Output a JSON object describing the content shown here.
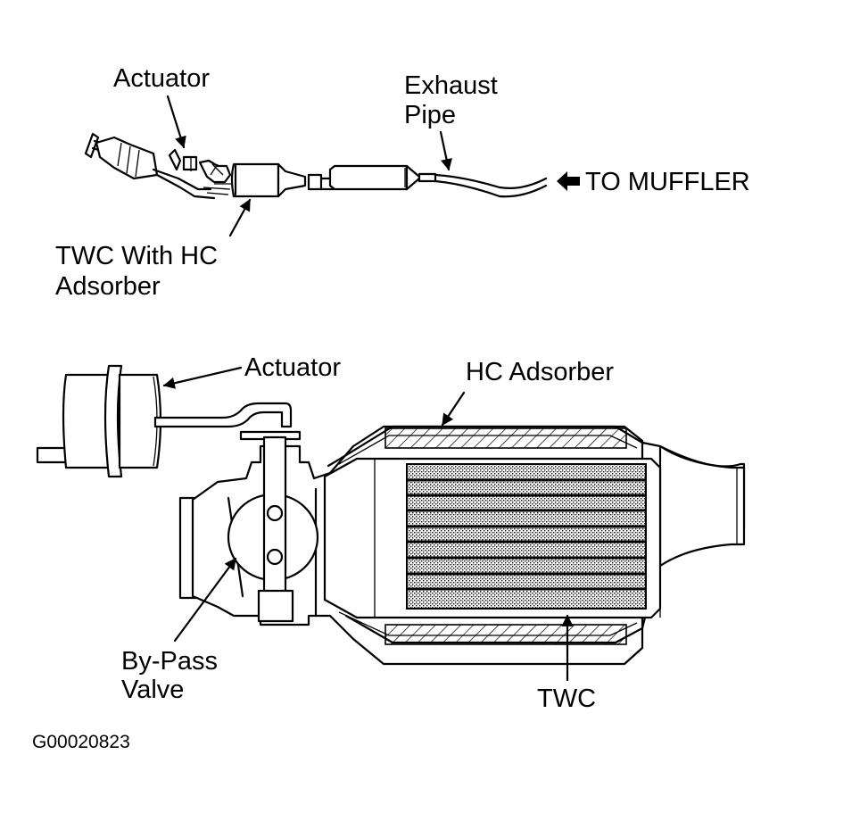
{
  "figure_id": "G00020823",
  "top_view": {
    "labels": {
      "actuator": "Actuator",
      "exhaust_pipe_line1": "Exhaust",
      "exhaust_pipe_line2": "Pipe",
      "to_muffler": "TO MUFFLER",
      "twc_line1": "TWC With HC",
      "twc_line2": "Adsorber"
    },
    "direction_icon": "left-arrow-icon"
  },
  "cutaway_view": {
    "labels": {
      "actuator": "Actuator",
      "hc_adsorber": "HC Adsorber",
      "bypass_line1": "By-Pass",
      "bypass_line2": "Valve",
      "twc": "TWC"
    }
  },
  "colors": {
    "ink": "#000000",
    "background": "#ffffff",
    "catalyst_fill": "#9a9a9a"
  }
}
